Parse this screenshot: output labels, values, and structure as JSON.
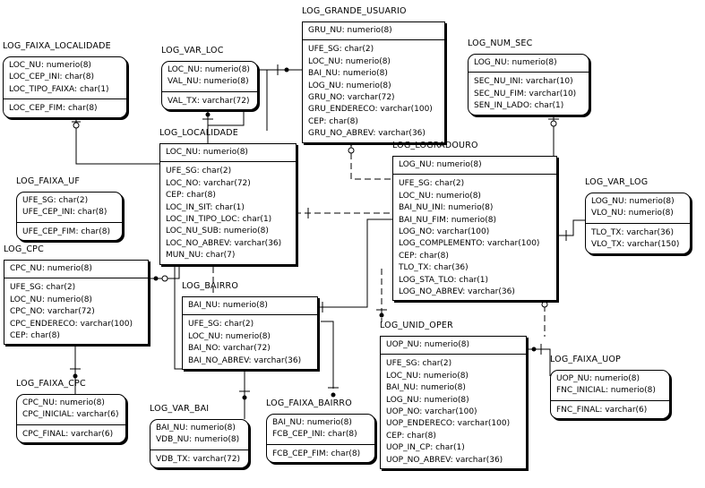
{
  "entities": {
    "log_faixa_localidade": {
      "name": "LOG_FAIXA_LOCALIDADE",
      "keys": [
        "LOC_NU: numerio(8)",
        "LOC_CEP_INI: char(8)",
        "LOC_TIPO_FAIXA: char(1)"
      ],
      "attrs": [
        "LOC_CEP_FIM: char(8)"
      ]
    },
    "log_var_loc": {
      "name": "LOG_VAR_LOC",
      "keys": [
        "LOC_NU: numerio(8)",
        "VAL_NU: numerio(8)"
      ],
      "attrs": [
        "VAL_TX: varchar(72)"
      ]
    },
    "log_grande_usuario": {
      "name": "LOG_GRANDE_USUARIO",
      "keys": [
        "GRU_NU: numerio(8)"
      ],
      "attrs": [
        "UFE_SG: char(2)",
        "LOC_NU: numerio(8)",
        "BAI_NU: numerio(8)",
        "LOG_NU: numerio(8)",
        "GRU_NO: varchar(72)",
        "GRU_ENDERECO: varchar(100)",
        "CEP: char(8)",
        "GRU_NO_ABREV: varchar(36)"
      ]
    },
    "log_num_sec": {
      "name": "LOG_NUM_SEC",
      "keys": [
        "LOG_NU: numerio(8)"
      ],
      "attrs": [
        "SEC_NU_INI: varchar(10)",
        "SEC_NU_FIM: varchar(10)",
        "SEN_IN_LADO: char(1)"
      ]
    },
    "log_localidade": {
      "name": "LOG_LOCALIDADE",
      "keys": [
        "LOC_NU: numerio(8)"
      ],
      "attrs": [
        "UFE_SG: char(2)",
        "LOC_NO: varchar(72)",
        "CEP: char(8)",
        "LOC_IN_SIT: char(1)",
        "LOC_IN_TIPO_LOC: char(1)",
        "LOC_NU_SUB: numerio(8)",
        "LOC_NO_ABREV: varchar(36)",
        "MUN_NU: char(7)"
      ]
    },
    "log_logradouro": {
      "name": "LOG_LOGRADOURO",
      "keys": [
        "LOG_NU: numerio(8)"
      ],
      "attrs": [
        "UFE_SG: char(2)",
        "LOC_NU: numerio(8)",
        "BAI_NU_INI: numerio(8)",
        "BAI_NU_FIM: numerio(8)",
        "LOG_NO: varchar(100)",
        "LOG_COMPLEMENTO: varchar(100)",
        "CEP: char(8)",
        "TLO_TX: char(36)",
        "LOG_STA_TLO: char(1)",
        "LOG_NO_ABREV: varchar(36)"
      ]
    },
    "log_faixa_uf": {
      "name": "LOG_FAIXA_UF",
      "keys": [
        "UFE_SG: char(2)",
        "UFE_CEP_INI: char(8)"
      ],
      "attrs": [
        "UFE_CEP_FIM: char(8)"
      ]
    },
    "log_var_log": {
      "name": "LOG_VAR_LOG",
      "keys": [
        "LOG_NU: numerio(8)",
        "VLO_NU: numerio(8)"
      ],
      "attrs": [
        "TLO_TX: varchar(36)",
        "VLO_TX: varchar(150)"
      ]
    },
    "log_cpc": {
      "name": "LOG_CPC",
      "keys": [
        "CPC_NU: numerio(8)"
      ],
      "attrs": [
        "UFE_SG: char(2)",
        "LOC_NU: numerio(8)",
        "CPC_NO: varchar(72)",
        "CPC_ENDERECO: varchar(100)",
        "CEP: char(8)"
      ]
    },
    "log_bairro": {
      "name": "LOG_BAIRRO",
      "keys": [
        "BAI_NU: numerio(8)"
      ],
      "attrs": [
        "UFE_SG: char(2)",
        "LOC_NU: numerio(8)",
        "BAI_NO: varchar(72)",
        "BAI_NO_ABREV: varchar(36)"
      ]
    },
    "log_unid_oper": {
      "name": "LOG_UNID_OPER",
      "keys": [
        "UOP_NU: numerio(8)"
      ],
      "attrs": [
        "UFE_SG: char(2)",
        "LOC_NU: numerio(8)",
        "BAI_NU: numerio(8)",
        "LOG_NU: numerio(8)",
        "UOP_NO: varchar(100)",
        "UOP_ENDERECO: varchar(100)",
        "CEP: char(8)",
        "UOP_IN_CP: char(1)",
        "UOP_NO_ABREV: varchar(36)"
      ]
    },
    "log_faixa_cpc": {
      "name": "LOG_FAIXA_CPC",
      "keys": [
        "CPC_NU: numerio(8)",
        "CPC_INICIAL: varchar(6)"
      ],
      "attrs": [
        "CPC_FINAL: varchar(6)"
      ]
    },
    "log_var_bai": {
      "name": "LOG_VAR_BAI",
      "keys": [
        "BAI_NU: numerio(8)",
        "VDB_NU: numerio(8)"
      ],
      "attrs": [
        "VDB_TX: varchar(72)"
      ]
    },
    "log_faixa_bairro": {
      "name": "LOG_FAIXA_BAIRRO",
      "keys": [
        "BAI_NU: numerio(8)",
        "FCB_CEP_INI: char(8)"
      ],
      "attrs": [
        "FCB_CEP_FIM: char(8)"
      ]
    },
    "log_faixa_uop": {
      "name": "LOG_FAIXA_UOP",
      "keys": [
        "UOP_NU: numerio(8)",
        "FNC_INICIAL: numerio(8)"
      ],
      "attrs": [
        "FNC_FINAL: varchar(6)"
      ]
    }
  }
}
